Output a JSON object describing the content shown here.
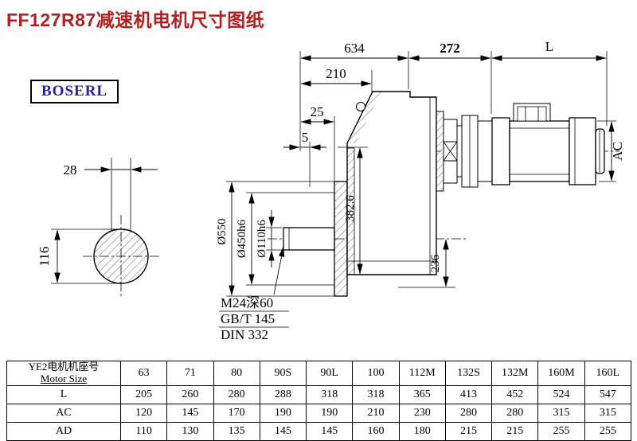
{
  "page": {
    "title": "FF127R87减速机电机尺寸图纸",
    "logo": "BOSERL"
  },
  "colors": {
    "title_red": "#B02121",
    "logo_blue": "#2222AA",
    "line_black": "#000000"
  },
  "drawing": {
    "dims": {
      "overall_length": "634",
      "adapter_length": "272",
      "motor_length": "L",
      "d210": "210",
      "d25": "25",
      "d5": "5",
      "key_width": "28",
      "shaft_height": "116",
      "flange_od": "Ø550",
      "spigot": "Ø450h6",
      "shaft_dia": "Ø110h6",
      "height_382": "382.6",
      "height_236": "236",
      "motor_ac": "AC",
      "thread_spec": "M24深60",
      "standard_gb": "GB/T 145",
      "standard_din": "DIN 332"
    }
  },
  "table": {
    "col0_line1": "YE2电机机座号",
    "col0_line2": "Motor Size",
    "sizes": [
      "63",
      "71",
      "80",
      "90S",
      "90L",
      "100",
      "112M",
      "132S",
      "132M",
      "160M",
      "160L"
    ],
    "rows": [
      {
        "label": "L",
        "values": [
          "205",
          "260",
          "280",
          "288",
          "318",
          "318",
          "365",
          "413",
          "452",
          "524",
          "547"
        ]
      },
      {
        "label": "AC",
        "values": [
          "120",
          "145",
          "170",
          "190",
          "190",
          "210",
          "230",
          "280",
          "280",
          "315",
          "315"
        ]
      },
      {
        "label": "AD",
        "values": [
          "110",
          "130",
          "135",
          "145",
          "145",
          "160",
          "180",
          "215",
          "215",
          "255",
          "255"
        ]
      }
    ]
  }
}
